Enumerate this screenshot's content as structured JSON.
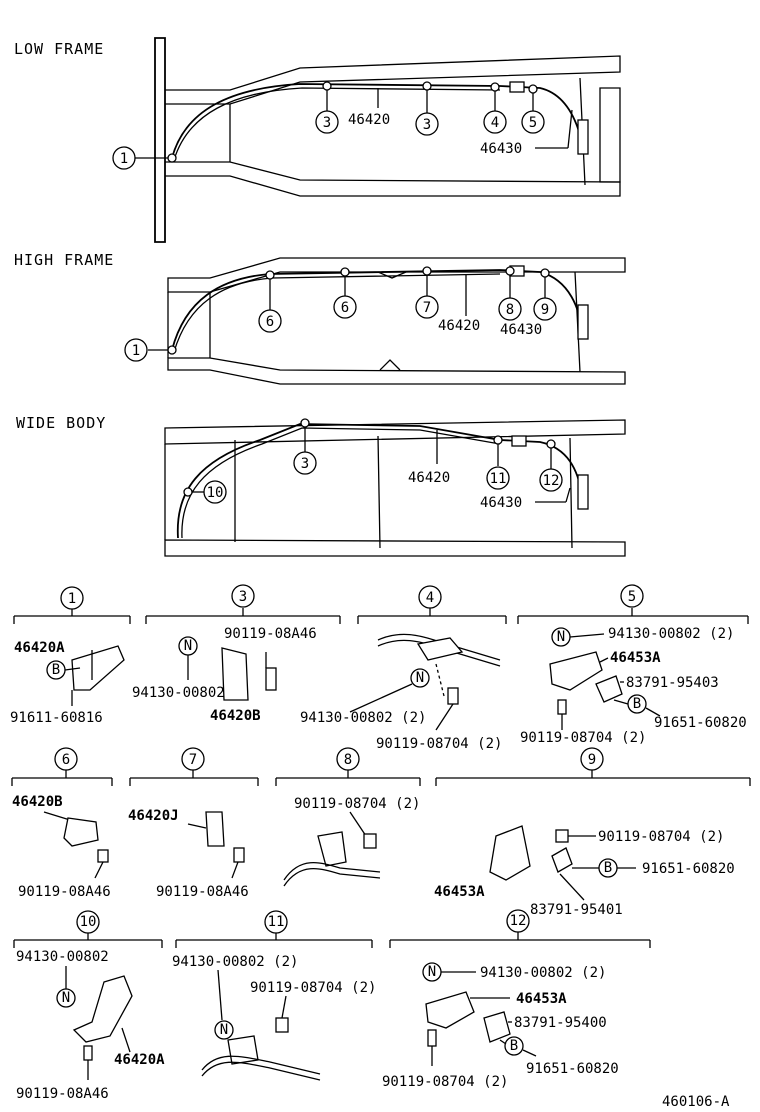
{
  "sections": {
    "low_frame": "LOW FRAME",
    "high_frame": "HIGH FRAME",
    "wide_body": "WIDE BODY"
  },
  "circled": {
    "n1": "1",
    "n3": "3",
    "n4": "4",
    "n5": "5",
    "n6": "6",
    "n7": "7",
    "n8": "8",
    "n9": "9",
    "n10": "10",
    "n11": "11",
    "n12": "12",
    "N": "N",
    "B": "B"
  },
  "parts": {
    "p46420": "46420",
    "p46430": "46430",
    "p46420A": "46420A",
    "p46420B": "46420B",
    "p46420J": "46420J",
    "p46453A": "46453A",
    "p91611_60816": "91611-60816",
    "p90119_08A46": "90119-08A46",
    "p94130_00802": "94130-00802",
    "p94130_00802_2": "94130-00802 (2)",
    "p90119_08704_2": "90119-08704 (2)",
    "p83791_95403": "83791-95403",
    "p83791_95401": "83791-95401",
    "p83791_95400": "83791-95400",
    "p91651_60820": "91651-60820"
  },
  "figure_id": "460106-A"
}
